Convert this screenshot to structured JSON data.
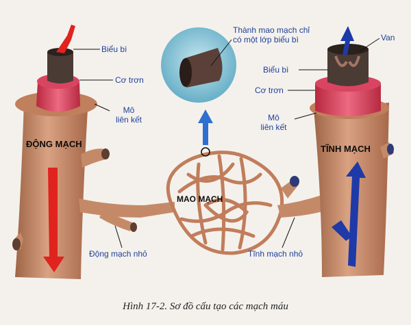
{
  "labels": {
    "artery_epithelium": "Biểu bì",
    "artery_smooth_muscle": "Cơ trơn",
    "artery_connective_line1": "Mô",
    "artery_connective_line2": "liên kết",
    "capillary_wall_line1": "Thành mao mạch chỉ",
    "capillary_wall_line2": "có một lớp biểu bì",
    "vein_valve": "Van",
    "vein_epithelium": "Biểu bì",
    "vein_smooth_muscle": "Cơ trơn",
    "vein_connective_line1": "Mô",
    "vein_connective_line2": "liên kết",
    "artery": "ĐỘNG MẠCH",
    "vein": "TĨNH MẠCH",
    "capillary": "MAO MẠCH",
    "arteriole": "Động mạch nhỏ",
    "venule": "Tĩnh mạch nhỏ"
  },
  "caption": "Hình 17-2. Sơ đồ cấu tạo các mạch máu",
  "colors": {
    "vessel_body": "#c98e6c",
    "smooth_muscle": "#d94561",
    "epithelium": "#4a3b35",
    "arterial_flow": "#e0231e",
    "venous_flow": "#1e3aa8",
    "label_text": "#1f3f9a"
  }
}
